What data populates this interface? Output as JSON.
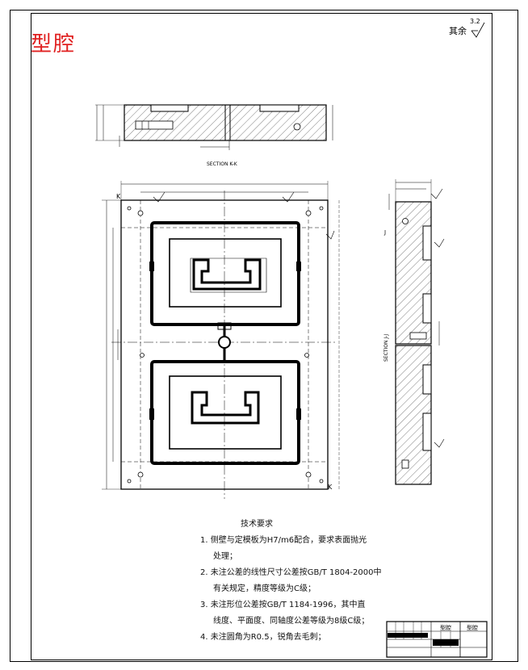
{
  "title": "型腔",
  "roughness": {
    "label": "其余",
    "value": "3.2"
  },
  "section_labels": {
    "top": "SECTION K-K",
    "right": "SECTION J-J"
  },
  "callouts": {
    "k_left": "K",
    "k_right": "K",
    "j_top": "J"
  },
  "tech_requirements": {
    "heading": "技术要求",
    "lines": [
      "1. 侧壁与定模板为H7/m6配合，要求表面抛光",
      "处理；",
      "2. 未注公差的线性尺寸公差按GB/T 1804-2000中",
      "有关规定，精度等级为C级；",
      "3. 未注形位公差按GB/T 1184-1996，其中直",
      "线度、平面度、同轴度公差等级为8级C级；",
      "4. 未注圆角为R0.5，锐角去毛刺；"
    ]
  },
  "title_block": {
    "name": "型腔",
    "drawing_no": "型腔"
  }
}
